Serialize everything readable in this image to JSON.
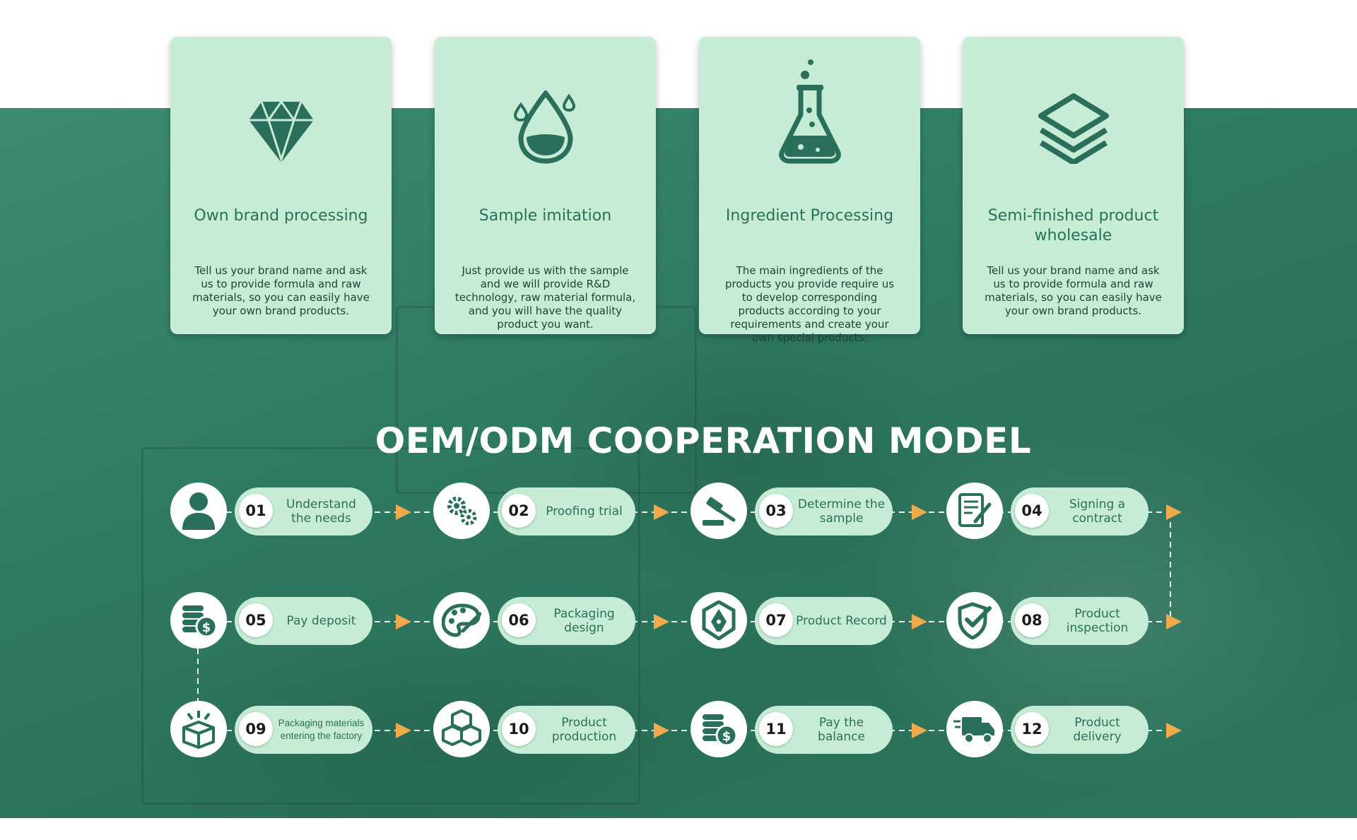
{
  "services": [
    {
      "title": "Own brand processing",
      "description": "Tell us your brand name and ask us to provide formula and raw materials, so you can easily have your own brand products.",
      "icon": "diamond-icon"
    },
    {
      "title": "Sample imitation",
      "description": "Just provide us with the sample and we will provide R&D technology, raw material formula, and you will have the quality product you want.",
      "icon": "water-drop-icon"
    },
    {
      "title": "Ingredient Processing",
      "description": "The main ingredients of the products you provide require us to develop corresponding products according to your requirements and create your own special products.",
      "icon": "flask-icon"
    },
    {
      "title": "Semi-finished product wholesale",
      "description": "Tell us your brand name and ask us to provide formula and raw materials, so you can easily have your own brand products.",
      "icon": "layers-icon"
    }
  ],
  "model_title": "OEM/ODM COOPERATION MODEL",
  "steps": [
    {
      "num": "01",
      "label": "Understand the needs",
      "icon": "user-icon"
    },
    {
      "num": "02",
      "label": "Proofing trial",
      "icon": "gears-icon"
    },
    {
      "num": "03",
      "label": "Determine the sample",
      "icon": "gavel-icon"
    },
    {
      "num": "04",
      "label": "Signing a contract",
      "icon": "contract-icon"
    },
    {
      "num": "05",
      "label": "Pay deposit",
      "icon": "coins-icon"
    },
    {
      "num": "06",
      "label": "Packaging design",
      "icon": "palette-icon"
    },
    {
      "num": "07",
      "label": "Product Record",
      "icon": "pen-nib-icon"
    },
    {
      "num": "08",
      "label": "Product inspection",
      "icon": "shield-check-icon"
    },
    {
      "num": "09",
      "label": "Packaging materials entering the factory",
      "icon": "open-box-icon"
    },
    {
      "num": "10",
      "label": "Product production",
      "icon": "cubes-icon"
    },
    {
      "num": "11",
      "label": "Pay the balance",
      "icon": "coins-icon"
    },
    {
      "num": "12",
      "label": "Product delivery",
      "icon": "truck-icon"
    }
  ],
  "colors": {
    "accent": "#2a6f5b",
    "card": "#c6ecd6",
    "arrow": "#f0a94b",
    "band": "#2f7a63"
  }
}
